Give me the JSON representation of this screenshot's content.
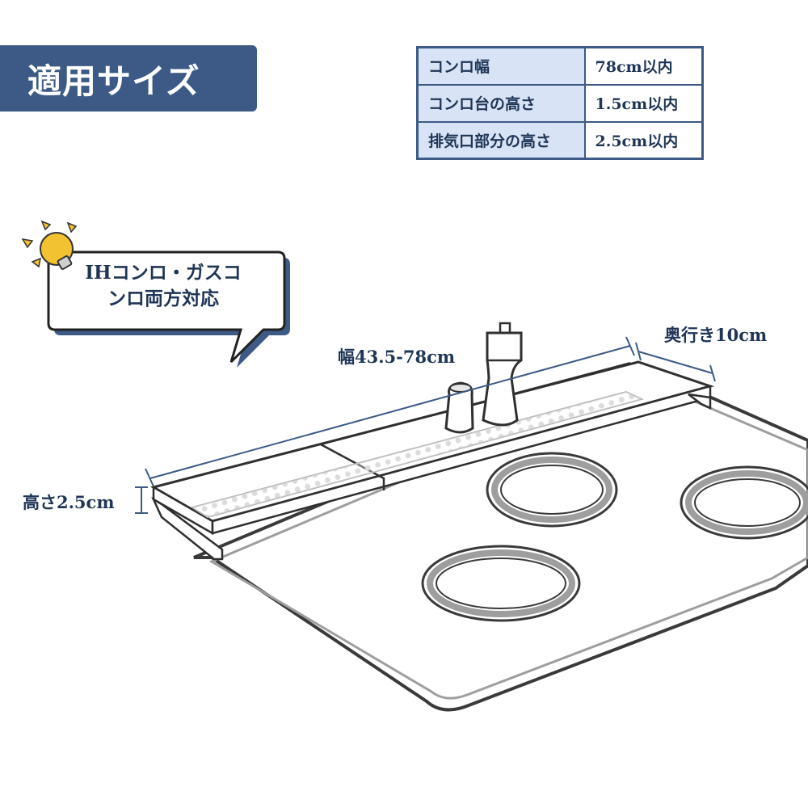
{
  "title": "適用サイズ",
  "spec_table": [
    {
      "label": "コンロ幅",
      "value": "78cm以内"
    },
    {
      "label": "コンロ台の高さ",
      "value": "1.5cm以内"
    },
    {
      "label": "排気口部分の高さ",
      "value": "2.5cm以内"
    }
  ],
  "callout": {
    "line1": "IHコンロ・ガスコ",
    "line2": "ンロ両方対応"
  },
  "dimensions": {
    "width": "幅43.5-78cm",
    "depth": "奥行き10cm",
    "height": "高さ2.5cm"
  },
  "colors": {
    "navy": "#3c5a85",
    "table_key_bg": "#d8e4f5",
    "bulb": "#f2c230"
  },
  "icons": [
    "lightbulb-icon"
  ]
}
